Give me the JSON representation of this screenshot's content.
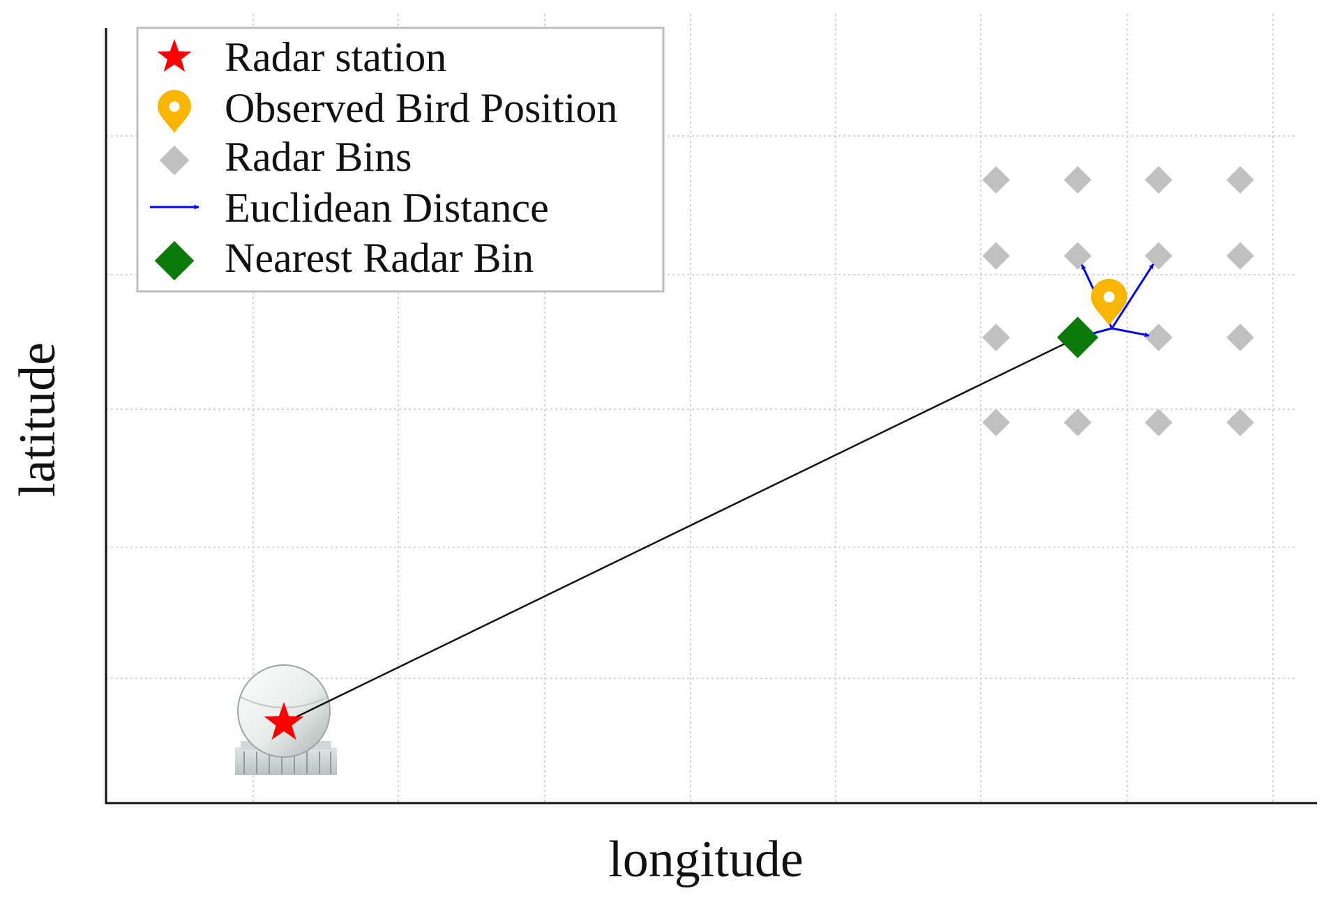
{
  "axes": {
    "xlabel": "longitude",
    "ylabel": "latitude",
    "grid": true,
    "tick_labels_shown": false
  },
  "legend": {
    "placement": "top-left",
    "items": [
      {
        "label": "Radar station",
        "icon": "red-star-icon"
      },
      {
        "label": "Observed Bird Position",
        "icon": "location-pin-icon"
      },
      {
        "label": "Radar Bins",
        "icon": "gray-diamond-icon"
      },
      {
        "label": "Euclidean Distance",
        "icon": "blue-arrow-icon"
      },
      {
        "label": "Nearest Radar Bin",
        "icon": "green-diamond-icon"
      }
    ]
  },
  "colors": {
    "radar_station": "#ff0000",
    "bird_position": "#f7b500",
    "radar_bins": "#c0c0c0",
    "euclidean_distance": "#0000ff",
    "nearest_bin": "#0a7a0a",
    "connection_line": "#111111"
  },
  "diagram": {
    "radar_bin_grid": {
      "rows": 4,
      "columns": 4
    },
    "nearest_bin": {
      "row": 2,
      "column": 1
    },
    "distance_arrows_to_bins": [
      {
        "row": 1,
        "column": 1
      },
      {
        "row": 1,
        "column": 2
      },
      {
        "row": 2,
        "column": 2
      },
      {
        "row": 2,
        "column": 1
      }
    ],
    "station_image": "radar-dome-picture"
  }
}
